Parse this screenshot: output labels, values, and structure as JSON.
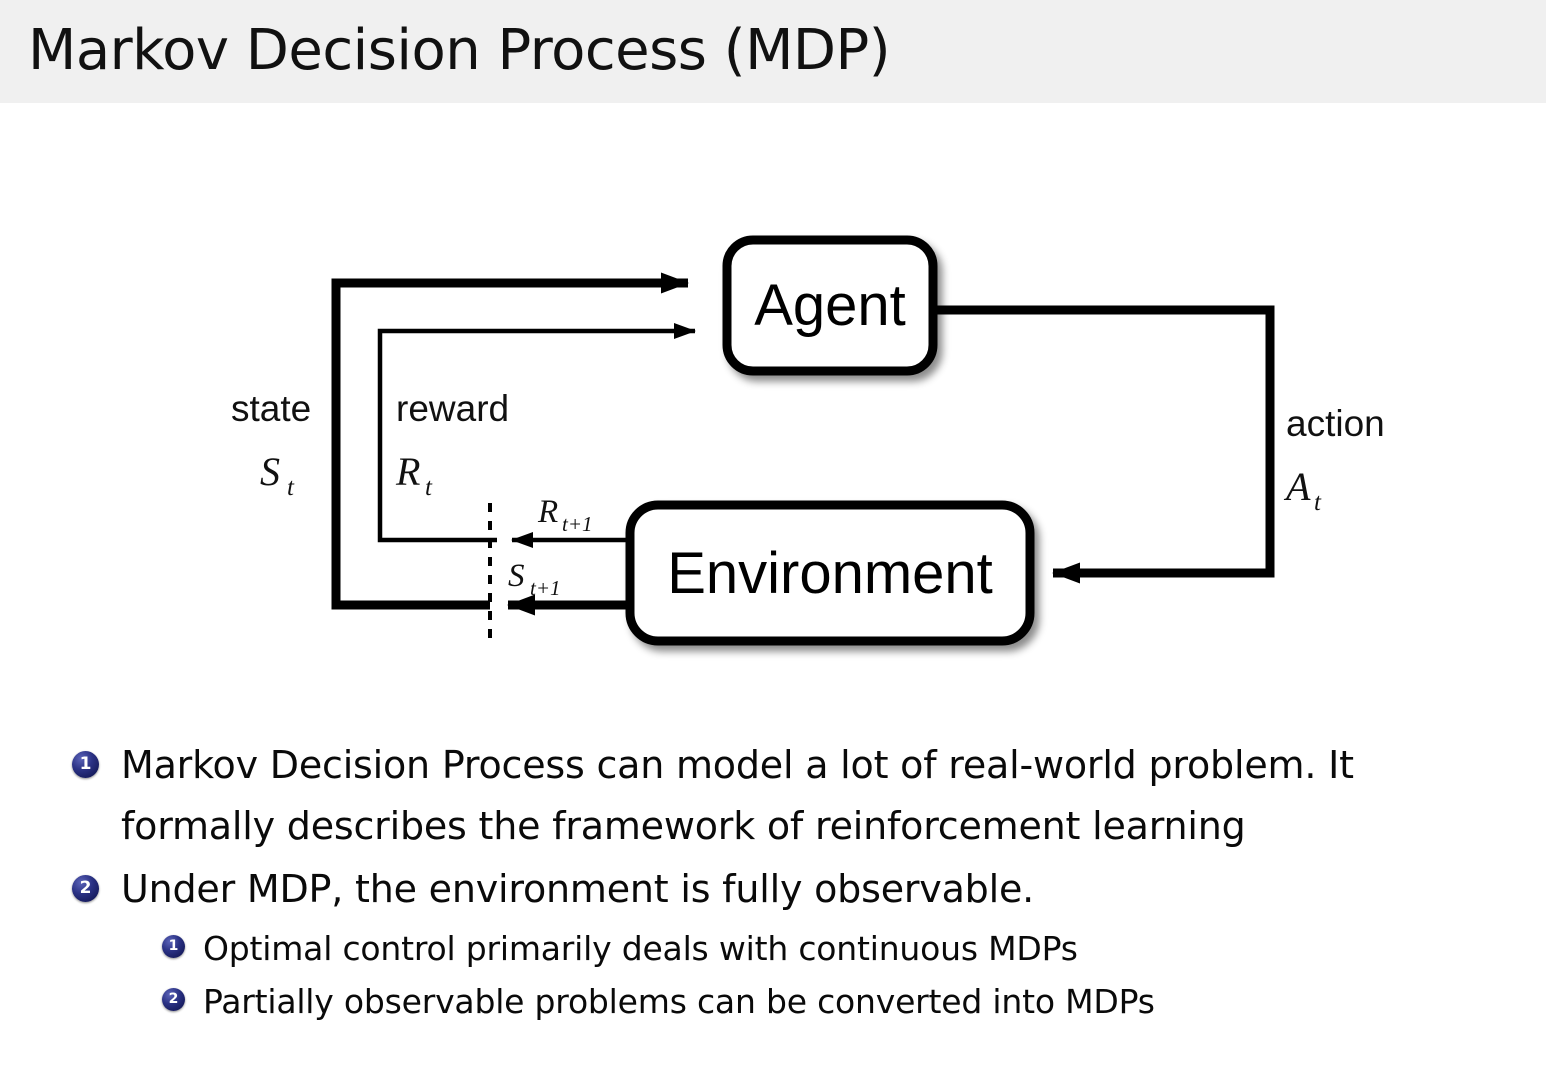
{
  "header": {
    "title": "Markov Decision Process (MDP)",
    "background_color": "#f0f0f0"
  },
  "diagram": {
    "name": "agent-environment-interaction-loop",
    "nodes": {
      "agent": "Agent",
      "environment": "Environment"
    },
    "labels": {
      "state_word": "state",
      "state_symbol": "S",
      "state_subscript": "t",
      "reward_word": "reward",
      "reward_symbol": "R",
      "reward_subscript": "t",
      "action_word": "action",
      "action_symbol": "A",
      "action_subscript": "t",
      "next_reward_symbol": "R",
      "next_reward_subscript": "t+1",
      "next_state_symbol": "S",
      "next_state_subscript": "t+1"
    },
    "edges": [
      {
        "from": "environment",
        "to": "agent",
        "label": "state S_t"
      },
      {
        "from": "environment",
        "to": "agent",
        "label": "reward R_t"
      },
      {
        "from": "agent",
        "to": "environment",
        "label": "action A_t"
      },
      {
        "from": "environment",
        "to": "boundary",
        "label": "R_t+1"
      },
      {
        "from": "environment",
        "to": "boundary",
        "label": "S_t+1"
      }
    ],
    "colors": {
      "stroke": "#000000",
      "box_fill": "#ffffff"
    }
  },
  "bullets": {
    "accent_color": "#1f2a6e",
    "items": [
      {
        "marker": "1",
        "lines": [
          "Markov Decision Process can model a lot of real-world problem. It",
          "formally describes the framework of reinforcement learning"
        ],
        "children": []
      },
      {
        "marker": "2",
        "lines": [
          "Under MDP, the environment is fully observable."
        ],
        "children": [
          {
            "marker": "1",
            "text": "Optimal control primarily deals with continuous MDPs"
          },
          {
            "marker": "2",
            "text": "Partially observable problems can be converted into MDPs"
          }
        ]
      }
    ]
  }
}
